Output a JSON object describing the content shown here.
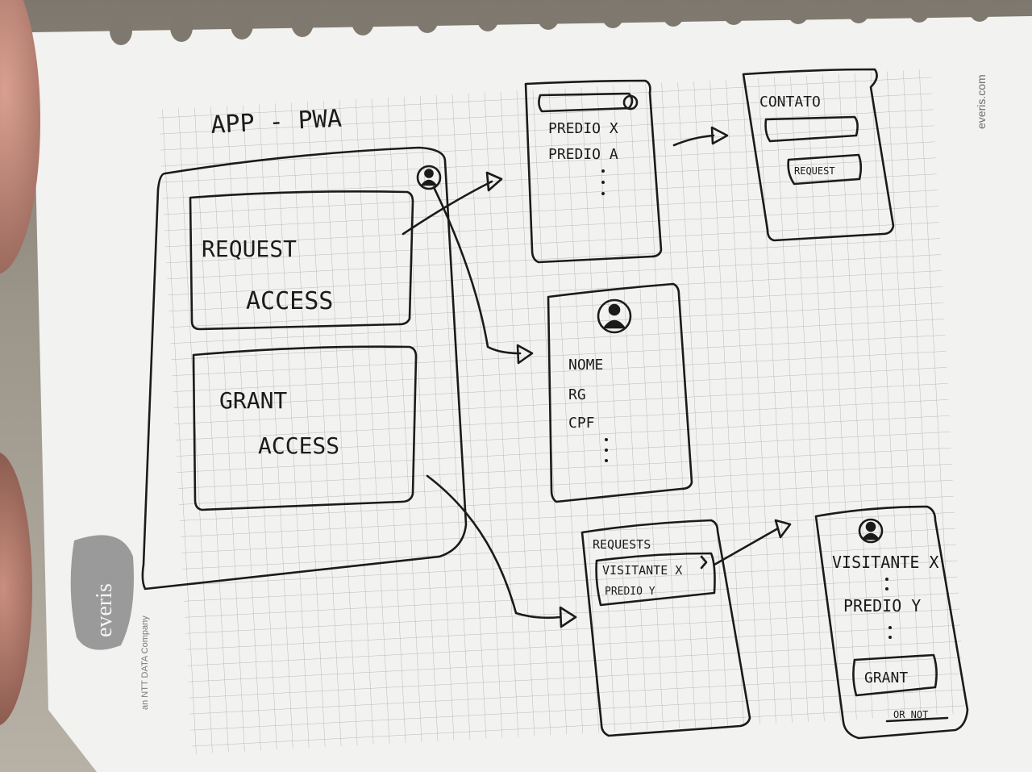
{
  "sketch": {
    "title": "APP - PWA",
    "main_screen": {
      "request_label_1": "REQUEST",
      "request_label_2": "ACCESS",
      "grant_label_1": "GRANT",
      "grant_label_2": "ACCESS"
    },
    "predio_list": {
      "item_1": "PREDIO X",
      "item_2": "PREDIO A"
    },
    "contact_screen": {
      "title": "CONTATO",
      "button": "REQUEST"
    },
    "profile_screen": {
      "field_1": "NOME",
      "field_2": "RG",
      "field_3": "CPF"
    },
    "requests_screen": {
      "title": "REQUESTS",
      "row_1": "VISITANTE X",
      "row_2": "PREDIO Y"
    },
    "grant_screen": {
      "line_1": "VISITANTE X",
      "line_2": "PREDIO Y",
      "button": "GRANT",
      "alt": "OR NOT"
    }
  },
  "branding": {
    "side_url": "everis.com",
    "logo_text": "everis",
    "tagline": "an NTT DATA Company"
  },
  "colors": {
    "ink": "#1b1b1b",
    "grid": "#b9b9bd",
    "paper": "#f2f2f0"
  }
}
